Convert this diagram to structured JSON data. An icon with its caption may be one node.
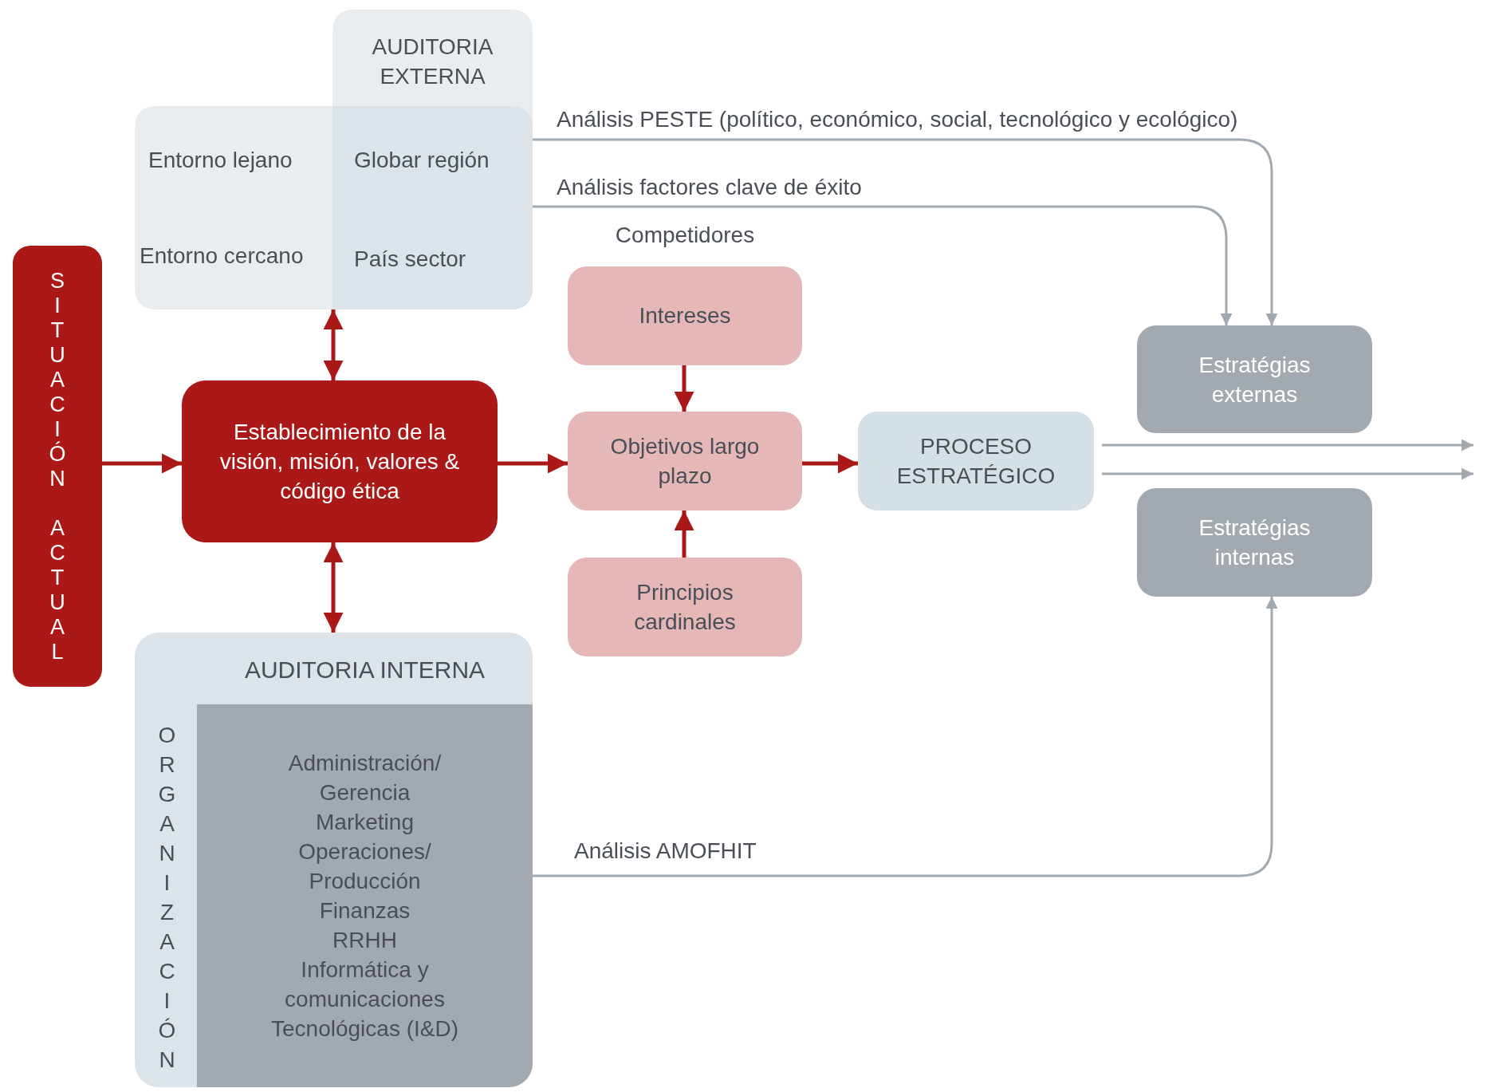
{
  "diagram": {
    "nodes": [
      {
        "text": [
          "SITUACIÓN ACTUAL"
        ]
      },
      {
        "text": [
          "AUDITORIA EXTERNA",
          "Entorno lejano",
          "Globar región",
          "Entorno cercano",
          "País sector"
        ]
      },
      {
        "text": [
          "Establecimiento de la visión, misión, valores & código ética"
        ]
      },
      {
        "text": [
          "Competidores",
          "Intereses"
        ]
      },
      {
        "text": [
          "Objetivos largo plazo"
        ]
      },
      {
        "text": [
          "Principios cardinales"
        ]
      },
      {
        "text": [
          "PROCESO ESTRATÉGICO"
        ]
      },
      {
        "text": [
          "Estratégias externas"
        ]
      },
      {
        "text": [
          "Estratégias internas"
        ]
      },
      {
        "text": [
          "AUDITORIA INTERNA",
          "ORGANIZACIÓN"
        ]
      },
      {
        "text": [
          "Administración/ Gerencia",
          "Marketing",
          "Operaciones/ Producción",
          "Finanzas",
          "RRHH",
          "Informática y comunicaciones",
          "Tecnológicas (I&D)"
        ],
        "in": 9
      }
    ],
    "edges": [
      {
        "from": 0,
        "to": 2,
        "arrow": "to"
      },
      {
        "from": 1,
        "to": 2,
        "arrow": "both"
      },
      {
        "from": 2,
        "to": 9,
        "arrow": "both"
      },
      {
        "from": 2,
        "to": 4,
        "arrow": "to"
      },
      {
        "from": 3,
        "to": 4,
        "arrow": "to"
      },
      {
        "from": 5,
        "to": 4,
        "arrow": "to"
      },
      {
        "from": 4,
        "to": 6,
        "arrow": "to"
      },
      {
        "from": 1,
        "to": 7,
        "arrow": "to",
        "label": "Análisis PESTE (político, económico, social, tecnológico y ecológico)",
        "color": "#a3a9b0"
      },
      {
        "from": 1,
        "to": 7,
        "arrow": "to",
        "label": "Análisis factores clave de éxito",
        "color": "#a3a9b0"
      },
      {
        "from": 9,
        "to": 8,
        "arrow": "to",
        "label": "Análisis AMOFHIT",
        "color": "#a3a9b0"
      },
      {
        "from": 6,
        "to": null,
        "arrow": "to",
        "color": "#a3a9b0"
      },
      {
        "from": 6,
        "to": null,
        "arrow": "to",
        "color": "#a3a9b0"
      }
    ]
  }
}
